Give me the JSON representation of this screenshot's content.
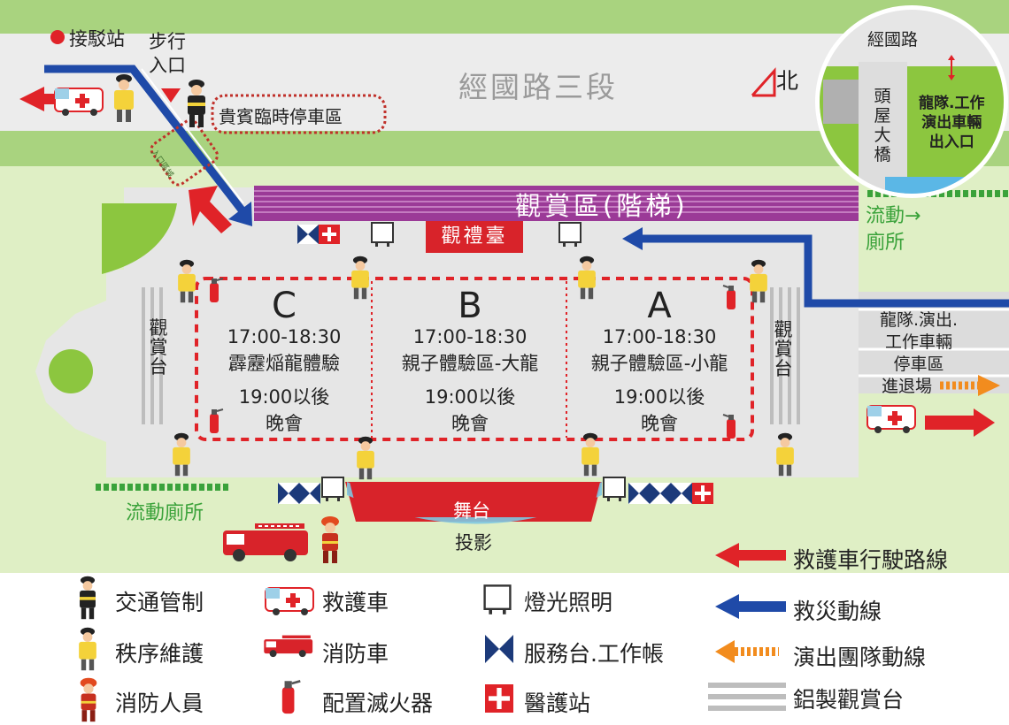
{
  "roads": {
    "main_road": "經國路三段",
    "north_label": "北"
  },
  "top_left": {
    "shuttle_station": "接駁站",
    "walk_entrance_line1": "步行",
    "walk_entrance_line2": "入口",
    "vip_parking": "貴賓臨時停車區",
    "entrance_small": "入口區域"
  },
  "inset": {
    "road": "經國路",
    "bridge": "頭屋大橋",
    "dragon_exit_line1": "龍隊.工作",
    "dragon_exit_line2": "演出車輛",
    "dragon_exit_line3": "出入口"
  },
  "venue": {
    "stands_title": "觀賞區(階梯)",
    "ceremony_stage": "觀禮臺",
    "left_stand": "觀賞台",
    "right_stand": "觀賞台",
    "mobile_toilet_right": "流動",
    "mobile_toilet_right2": "廁所",
    "mobile_toilet_left": "流動廁所",
    "stage": "舞台",
    "projection": "投影",
    "dragon_parking_line1": "龍隊.演出.",
    "dragon_parking_line2": "工作車輛",
    "dragon_parking_line3": "停車區",
    "dragon_parking_line4": "進退場"
  },
  "zones": [
    {
      "letter": "C",
      "time1": "17:00-18:30",
      "desc1": "霹靂㷔龍體驗",
      "time2": "19:00以後",
      "desc2": "晚會"
    },
    {
      "letter": "B",
      "time1": "17:00-18:30",
      "desc1": "親子體驗區-大龍",
      "time2": "19:00以後",
      "desc2": "晚會"
    },
    {
      "letter": "A",
      "time1": "17:00-18:30",
      "desc1": "親子體驗區-小龍",
      "time2": "19:00以後",
      "desc2": "晚會"
    }
  ],
  "legend": {
    "traffic_control": "交通管制",
    "order_maintenance": "秩序維護",
    "firefighter": "消防人員",
    "ambulance": "救護車",
    "fire_truck": "消防車",
    "extinguisher": "配置滅火器",
    "lighting": "燈光照明",
    "service_desk": "服務台.工作帳",
    "medical_station": "醫護站",
    "ambulance_route": "救護車行駛路線",
    "rescue_route": "救災動線",
    "performer_route": "演出團隊動線",
    "aluminum_stand": "鋁製觀賞台"
  },
  "colors": {
    "grass": "#a9d37f",
    "light_grass": "#dfefc5",
    "road": "#ececec",
    "red": "#e02328",
    "blue": "#1f4aa8",
    "purple": "#9b3a97",
    "orange": "#f28c1e",
    "green_text": "#3aa23a",
    "navy": "#1c3a7a"
  }
}
